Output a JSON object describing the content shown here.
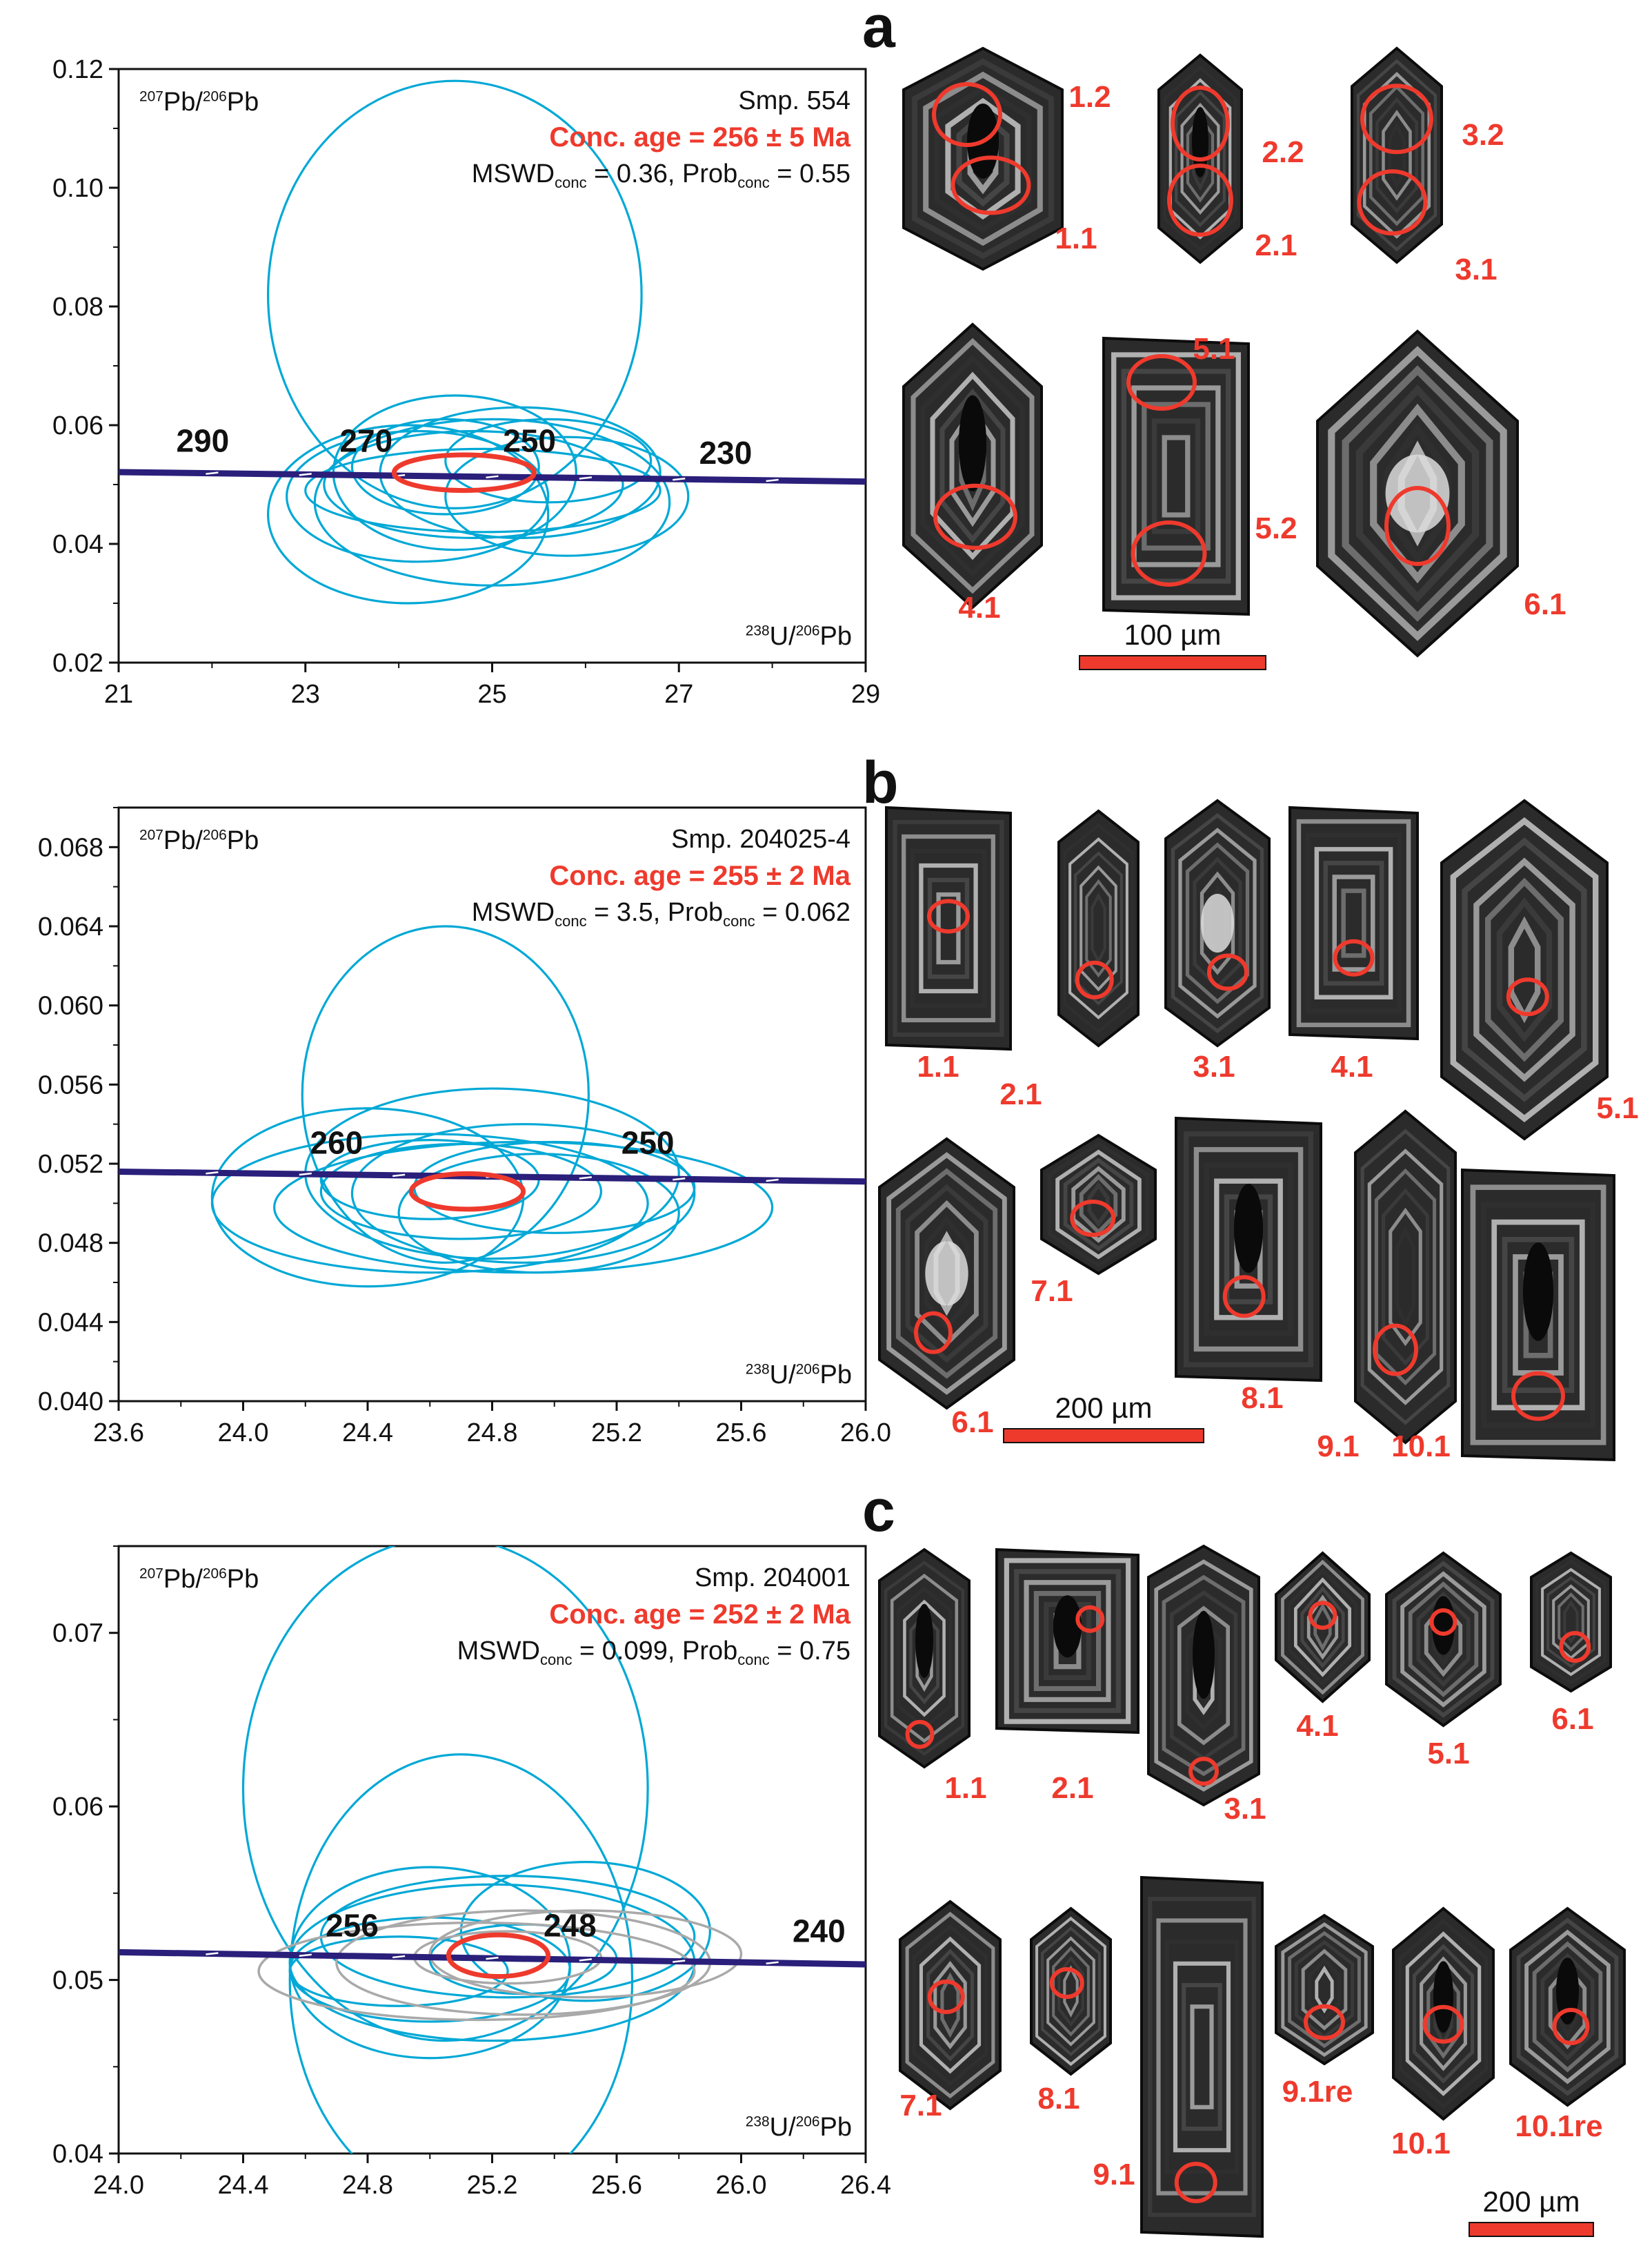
{
  "figure": {
    "panels": [
      {
        "letter": "a"
      },
      {
        "letter": "b"
      },
      {
        "letter": "c"
      }
    ]
  },
  "colors": {
    "concordia": "#2a1f7a",
    "ellipse": "#00a8d6",
    "mean_ellipse": "#ee3a2d",
    "grey_ellipse": "#a9a9a9",
    "label_red": "#ee3a2d"
  },
  "chart_data": [
    {
      "type": "scatter",
      "sample": "Smp. 554",
      "conc_age": "Conc. age = 256 ± 5 Ma",
      "mswd_label": "MSWD",
      "mswd_sub": "conc",
      "mswd_value": " = 0.36, Prob",
      "prob_sub": "conc",
      "prob_value": " = 0.55",
      "ylabel": {
        "sup1": "207",
        "t1": "Pb/",
        "sup2": "206",
        "t2": "Pb"
      },
      "xlabel": {
        "sup1": "238",
        "t1": "U/",
        "sup2": "206",
        "t2": "Pb"
      },
      "xlim": [
        21,
        29
      ],
      "ylim": [
        0.02,
        0.12
      ],
      "xticks": [
        "21",
        "23",
        "25",
        "27",
        "29"
      ],
      "yticks": [
        "0.02",
        "0.04",
        "0.06",
        "0.08",
        "0.10",
        "0.12"
      ],
      "age_labels": [
        {
          "text": "290",
          "x": 21.9,
          "y": 0.0555
        },
        {
          "text": "270",
          "x": 23.65,
          "y": 0.0555
        },
        {
          "text": "250",
          "x": 25.4,
          "y": 0.0555
        },
        {
          "text": "230",
          "x": 27.5,
          "y": 0.0535
        }
      ],
      "concordia": [
        [
          21,
          0.0521
        ],
        [
          29,
          0.0505
        ]
      ],
      "mean": {
        "x": 24.7,
        "y": 0.052,
        "rx": 0.75,
        "ry": 0.003
      },
      "ellipses": [
        {
          "x": 24.6,
          "y": 0.082,
          "rx": 2.0,
          "ry": 0.036
        },
        {
          "x": 24.6,
          "y": 0.052,
          "rx": 1.3,
          "ry": 0.013
        },
        {
          "x": 25.3,
          "y": 0.052,
          "rx": 1.5,
          "ry": 0.011
        },
        {
          "x": 24.8,
          "y": 0.05,
          "rx": 1.6,
          "ry": 0.009
        },
        {
          "x": 24.2,
          "y": 0.048,
          "rx": 1.4,
          "ry": 0.011
        },
        {
          "x": 25.8,
          "y": 0.048,
          "rx": 1.3,
          "ry": 0.01
        },
        {
          "x": 24.9,
          "y": 0.049,
          "rx": 1.9,
          "ry": 0.007
        },
        {
          "x": 24.1,
          "y": 0.045,
          "rx": 1.5,
          "ry": 0.015
        },
        {
          "x": 25.6,
          "y": 0.054,
          "rx": 1.1,
          "ry": 0.007
        },
        {
          "x": 25.0,
          "y": 0.047,
          "rx": 1.9,
          "ry": 0.014
        },
        {
          "x": 24.5,
          "y": 0.053,
          "rx": 1.0,
          "ry": 0.008
        }
      ],
      "grey_ellipses": []
    },
    {
      "type": "scatter",
      "sample": "Smp. 204025-4",
      "conc_age": "Conc. age = 255 ± 2 Ma",
      "mswd_label": "MSWD",
      "mswd_sub": "conc",
      "mswd_value": " = 3.5, Prob",
      "prob_sub": "conc",
      "prob_value": " = 0.062",
      "ylabel": {
        "sup1": "207",
        "t1": "Pb/",
        "sup2": "206",
        "t2": "Pb"
      },
      "xlabel": {
        "sup1": "238",
        "t1": "U/",
        "sup2": "206",
        "t2": "Pb"
      },
      "xlim": [
        23.6,
        26.0
      ],
      "ylim": [
        0.04,
        0.07
      ],
      "xticks": [
        "23.6",
        "24.0",
        "24.4",
        "24.8",
        "25.2",
        "25.6",
        "26.0"
      ],
      "yticks": [
        "0.040",
        "0.044",
        "0.048",
        "0.052",
        "0.056",
        "0.060",
        "0.064",
        "0.068"
      ],
      "age_labels": [
        {
          "text": "260",
          "x": 24.3,
          "y": 0.0525
        },
        {
          "text": "250",
          "x": 25.3,
          "y": 0.0525
        }
      ],
      "concordia": [
        [
          23.6,
          0.0516
        ],
        [
          26.0,
          0.0511
        ]
      ],
      "mean": {
        "x": 24.72,
        "y": 0.0506,
        "rx": 0.18,
        "ry": 0.0009
      },
      "ellipses": [
        {
          "x": 24.65,
          "y": 0.0555,
          "rx": 0.46,
          "ry": 0.0085
        },
        {
          "x": 24.8,
          "y": 0.0515,
          "rx": 0.6,
          "ry": 0.0043
        },
        {
          "x": 24.6,
          "y": 0.05,
          "rx": 0.7,
          "ry": 0.0035
        },
        {
          "x": 24.9,
          "y": 0.0498,
          "rx": 0.8,
          "ry": 0.0033
        },
        {
          "x": 24.7,
          "y": 0.0506,
          "rx": 0.45,
          "ry": 0.0024
        },
        {
          "x": 24.9,
          "y": 0.0505,
          "rx": 0.55,
          "ry": 0.0035
        },
        {
          "x": 24.4,
          "y": 0.0503,
          "rx": 0.5,
          "ry": 0.0045
        },
        {
          "x": 25.0,
          "y": 0.0508,
          "rx": 0.45,
          "ry": 0.0023
        },
        {
          "x": 24.6,
          "y": 0.0512,
          "rx": 0.35,
          "ry": 0.002
        },
        {
          "x": 24.95,
          "y": 0.0495,
          "rx": 0.45,
          "ry": 0.003
        }
      ],
      "grey_ellipses": []
    },
    {
      "type": "scatter",
      "sample": "Smp. 204001",
      "conc_age": "Conc. age = 252 ± 2 Ma",
      "mswd_label": "MSWD",
      "mswd_sub": "conc",
      "mswd_value": " = 0.099, Prob",
      "prob_sub": "conc",
      "prob_value": " = 0.75",
      "ylabel": {
        "sup1": "207",
        "t1": "Pb/",
        "sup2": "206",
        "t2": "Pb"
      },
      "xlabel": {
        "sup1": "238",
        "t1": "U/",
        "sup2": "206",
        "t2": "Pb"
      },
      "xlim": [
        24.0,
        26.4
      ],
      "ylim": [
        0.04,
        0.075
      ],
      "xticks": [
        "24.0",
        "24.4",
        "24.8",
        "25.2",
        "25.6",
        "26.0",
        "26.4"
      ],
      "yticks": [
        "0.04",
        "0.05",
        "0.06",
        "0.07"
      ],
      "age_labels": [
        {
          "text": "256",
          "x": 24.75,
          "y": 0.0525
        },
        {
          "text": "248",
          "x": 25.45,
          "y": 0.0525
        },
        {
          "text": "240",
          "x": 26.25,
          "y": 0.0522
        }
      ],
      "concordia": [
        [
          24.0,
          0.0516
        ],
        [
          26.4,
          0.0509
        ]
      ],
      "mean": {
        "x": 25.22,
        "y": 0.0514,
        "rx": 0.16,
        "ry": 0.0012
      },
      "ellipses": [
        {
          "x": 25.05,
          "y": 0.061,
          "rx": 0.65,
          "ry": 0.0145
        },
        {
          "x": 25.1,
          "y": 0.05,
          "rx": 0.55,
          "ry": 0.013
        },
        {
          "x": 25.25,
          "y": 0.0525,
          "rx": 0.6,
          "ry": 0.0035
        },
        {
          "x": 25.2,
          "y": 0.051,
          "rx": 0.65,
          "ry": 0.0045
        },
        {
          "x": 25.0,
          "y": 0.0506,
          "rx": 0.45,
          "ry": 0.003
        },
        {
          "x": 25.5,
          "y": 0.0528,
          "rx": 0.4,
          "ry": 0.004
        },
        {
          "x": 24.9,
          "y": 0.0505,
          "rx": 0.35,
          "ry": 0.002
        },
        {
          "x": 25.3,
          "y": 0.0512,
          "rx": 0.3,
          "ry": 0.002
        },
        {
          "x": 25.0,
          "y": 0.051,
          "rx": 0.45,
          "ry": 0.0055
        }
      ],
      "grey_ellipses": [
        {
          "x": 25.3,
          "y": 0.051,
          "rx": 0.6,
          "ry": 0.003
        },
        {
          "x": 25.5,
          "y": 0.0515,
          "rx": 0.5,
          "ry": 0.0025
        },
        {
          "x": 25.25,
          "y": 0.0513,
          "rx": 0.3,
          "ry": 0.0015
        },
        {
          "x": 25.15,
          "y": 0.0505,
          "rx": 0.7,
          "ry": 0.0028
        }
      ]
    }
  ],
  "galleries": [
    {
      "grains": [
        {
          "label": "1.2"
        },
        {
          "label": "1.1"
        },
        {
          "label": "2.2"
        },
        {
          "label": "2.1"
        },
        {
          "label": "3.2"
        },
        {
          "label": "3.1"
        },
        {
          "label": "4.1"
        },
        {
          "label": "5.1"
        },
        {
          "label": "5.2"
        },
        {
          "label": "6.1"
        }
      ],
      "scale_bar": "100 µm"
    },
    {
      "grains": [
        {
          "label": "1.1"
        },
        {
          "label": "2.1"
        },
        {
          "label": "3.1"
        },
        {
          "label": "4.1"
        },
        {
          "label": "5.1"
        },
        {
          "label": "6.1"
        },
        {
          "label": "7.1"
        },
        {
          "label": "8.1"
        },
        {
          "label": "9.1"
        },
        {
          "label": "10.1"
        }
      ],
      "scale_bar": "200 µm"
    },
    {
      "grains": [
        {
          "label": "1.1"
        },
        {
          "label": "2.1"
        },
        {
          "label": "3.1"
        },
        {
          "label": "4.1"
        },
        {
          "label": "5.1"
        },
        {
          "label": "6.1"
        },
        {
          "label": "7.1"
        },
        {
          "label": "8.1"
        },
        {
          "label": "9.1"
        },
        {
          "label": "9.1re"
        },
        {
          "label": "10.1"
        },
        {
          "label": "10.1re"
        }
      ],
      "scale_bar": "200 µm"
    }
  ]
}
